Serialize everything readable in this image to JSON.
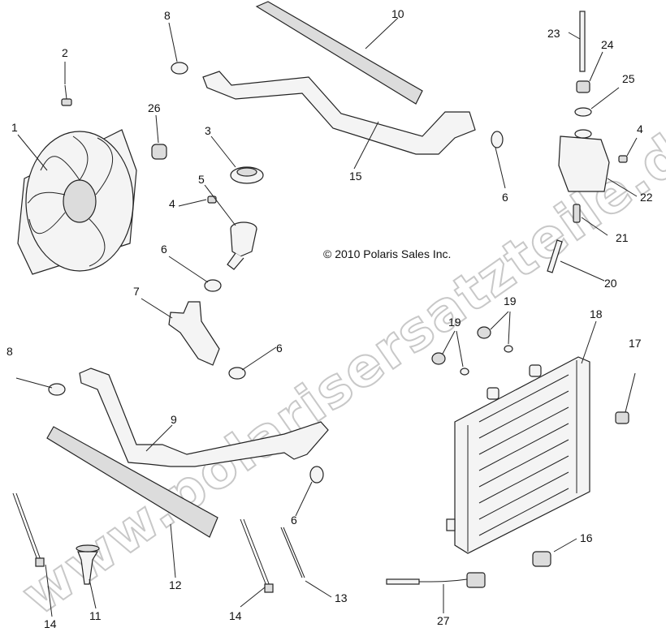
{
  "copyright": "© 2010 Polaris Sales Inc.",
  "watermark": "www.polarisersatzteile.de",
  "callouts": [
    "1",
    "2",
    "3",
    "4",
    "4",
    "5",
    "6",
    "6",
    "6",
    "6",
    "7",
    "8",
    "8",
    "9",
    "10",
    "11",
    "12",
    "13",
    "14",
    "14",
    "15",
    "16",
    "17",
    "18",
    "19",
    "19",
    "20",
    "21",
    "22",
    "23",
    "24",
    "25",
    "26",
    "27"
  ]
}
